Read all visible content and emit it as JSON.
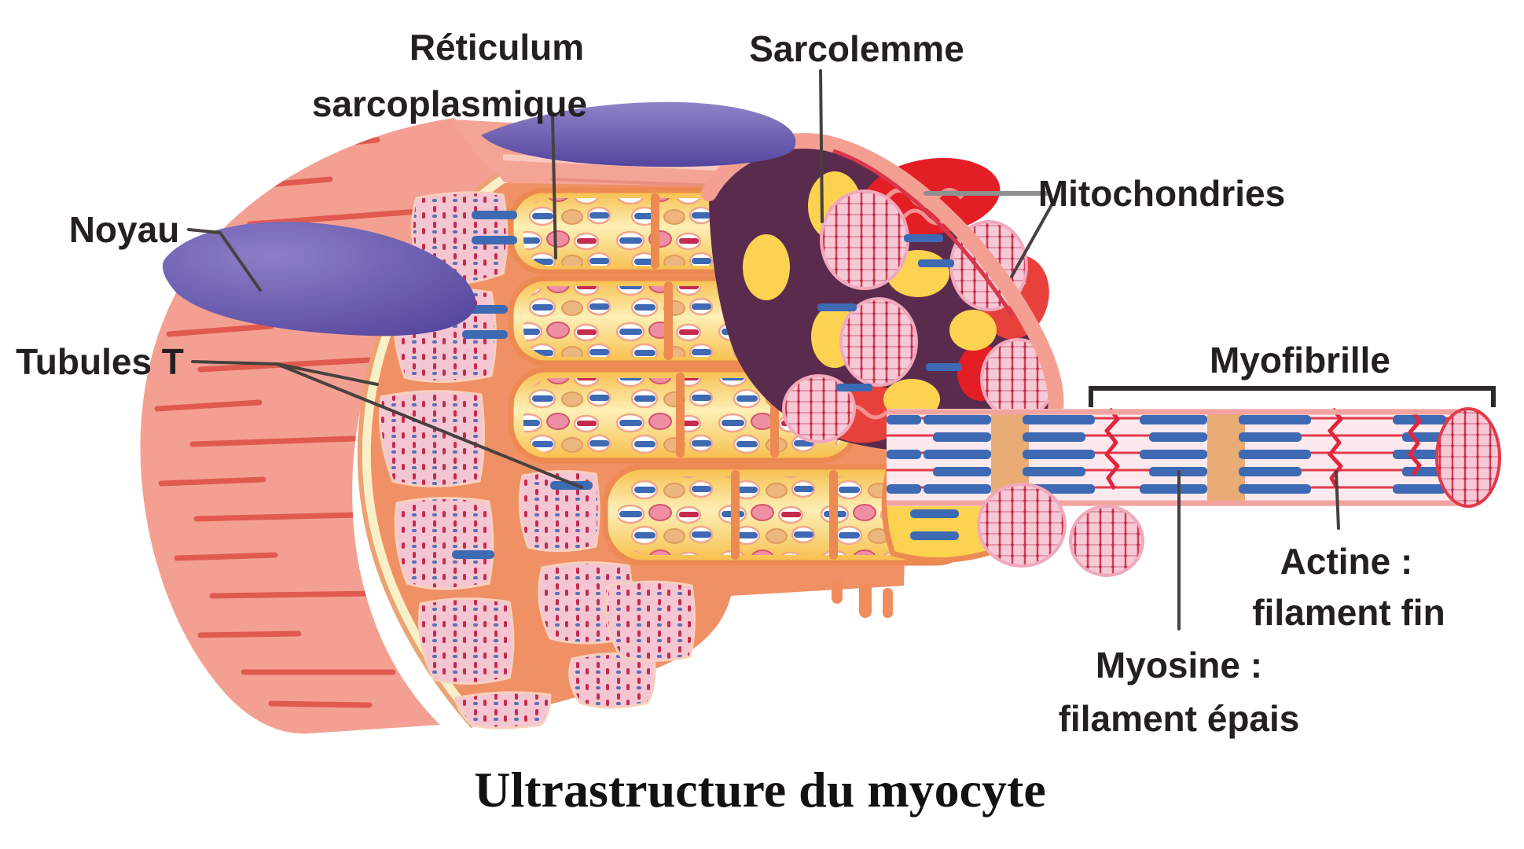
{
  "title": "Ultrastructure du myocyte",
  "labels": {
    "reticulum_line1": "Réticulum",
    "reticulum_line2": "sarcoplasmique",
    "sarcolemme": "Sarcolemme",
    "mitochondries": "Mitochondries",
    "noyau": "Noyau",
    "tubules_t": "Tubules T",
    "myofibrille": "Myofibrille",
    "actine_line1": "Actine :",
    "actine_line2": "filament fin",
    "myosine_line1": "Myosine :",
    "myosine_line2": "filament épais"
  },
  "colors": {
    "sarcolemma_salmon": "#F3A093",
    "stripe_red": "#E05A50",
    "cream_ring": "#F8F0C8",
    "sarcoplasm_orange": "#F09065",
    "sr_gold": "#FBD351",
    "sr_outline_orange": "#EC8A52",
    "myofibril_pink": "#F3C6D2",
    "dot_red": "#C62A4E",
    "tubule_blue": "#3E69B3",
    "mitochondria_red": "#E41E25",
    "dome_maroon": "#5B2B4D",
    "nucleus_purple": "#6457A8",
    "fibril_body_pink": "#FBE9EE",
    "actin_line_red": "#E5394A",
    "m_band_tan": "#E9AC74",
    "label_text": "#242021",
    "leader_dark": "#47413F",
    "leader_gray": "#8F8F8F"
  }
}
